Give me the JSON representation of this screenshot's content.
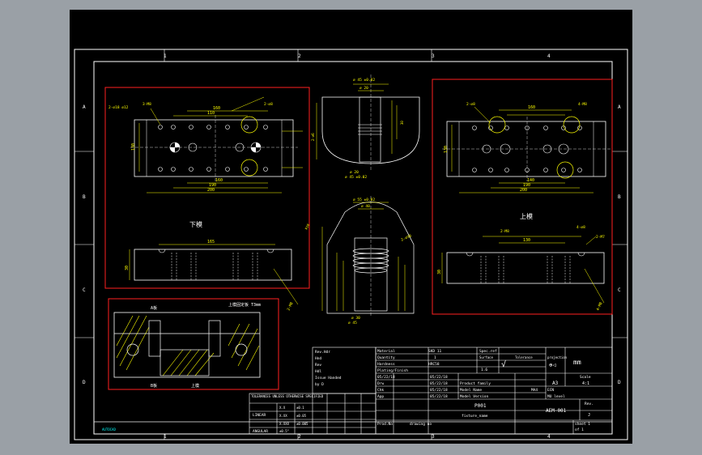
{
  "views": {
    "lower_plate": "下模",
    "upper_plate": "上模",
    "section_left": "A板",
    "section_right": "上模固定板 T3mm",
    "section_bottom_left": "B板",
    "section_bottom_center": "上模"
  },
  "grid": {
    "cols": [
      "1",
      "2",
      "3",
      "4"
    ],
    "rows": [
      "A",
      "B",
      "C",
      "D"
    ]
  },
  "revision_block": {
    "lines": [
      "Rev.Hdr",
      "Hnd",
      "Rev",
      "Hdl",
      "Issue Handed",
      "by D"
    ]
  },
  "title_block": {
    "material_label": "Material",
    "material_value": "SKD 11",
    "spec_label": "Spec.ref",
    "quantity_label": "Quantity",
    "quantity_value": "1",
    "hardness_label": "Hardness",
    "hardness_value": "HRC58",
    "plating_label": "Plating/Finish",
    "surface_label": "Surface",
    "surface_value": "1.6",
    "tolerance_label": "Tolerance",
    "projection_label": "projection",
    "units": "mm",
    "drw_label": "Drw",
    "drw_date": "05/22/18",
    "chk_label": "Chk",
    "chk_date": "05/22/18",
    "app_label": "App",
    "app_date": "05/22/18",
    "rows_dates": [
      "05/22/18",
      "05/22/18"
    ],
    "product_family_label": "Product family",
    "model_name_label": "Model Name",
    "model_name_value": "MA4",
    "model_version_label": "Model Version",
    "ecn_label": "ECN",
    "mu_level_label": "MU level",
    "size_label": "A3",
    "scale_label": "Scale",
    "scale_value": "4:1",
    "part_no": "P001",
    "part_name": "fixture_name",
    "drawing_no": "AEM-001",
    "rev_label": "Rev.",
    "rev_value": "J",
    "sheet_label": "sheet 1",
    "sheet_of": "of 1",
    "prod_no_label": "Prod.No",
    "drawing_no_label": "drawing no"
  },
  "tolerance_block": {
    "title": "TOLERANCES UNLESS OTHERWISE SPECIFIED",
    "linear_label": "LINEAR",
    "angular_label": "ANGULAR",
    "values": [
      "X.X",
      "±0.1",
      "X.XX",
      "±0.05",
      "X.XXX",
      "±0.005",
      "±0.5°"
    ]
  },
  "footer_left": "AUTOCAD"
}
